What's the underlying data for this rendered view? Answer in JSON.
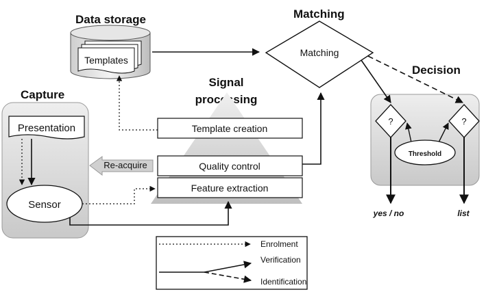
{
  "sections": {
    "data_storage": "Data storage",
    "matching": "Matching",
    "decision": "Decision",
    "signal_processing_line1": "Signal",
    "signal_processing_line2": "processing",
    "capture": "Capture"
  },
  "nodes": {
    "templates": "Templates",
    "matching_diamond": "Matching",
    "presentation": "Presentation",
    "sensor": "Sensor",
    "template_creation": "Template creation",
    "quality_control": "Quality control",
    "feature_extraction": "Feature extraction",
    "re_acquire": "Re-acquire",
    "decision_left": "?",
    "decision_right": "?",
    "threshold": "Threshold"
  },
  "outputs": {
    "yes_no": "yes / no",
    "list": "list"
  },
  "legend": {
    "enrolment": "Enrolment",
    "verification": "Verification",
    "identification": "Identification"
  }
}
